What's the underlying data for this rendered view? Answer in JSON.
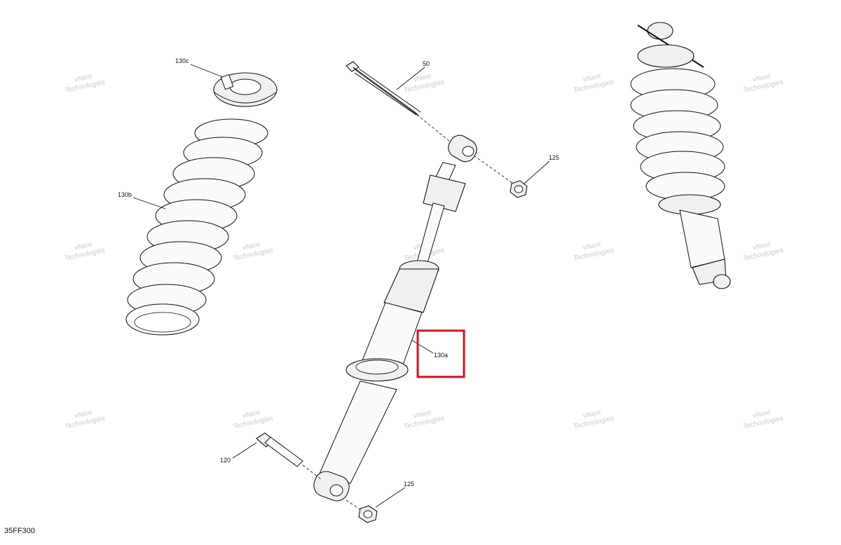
{
  "diagram": {
    "reference_code": "35FF300",
    "callouts": [
      {
        "id": "130c",
        "label": "130c"
      },
      {
        "id": "130b",
        "label": "130b"
      },
      {
        "id": "50",
        "label": "50"
      },
      {
        "id": "125-top",
        "label": "125"
      },
      {
        "id": "130a",
        "label": "130a"
      },
      {
        "id": "120",
        "label": "120"
      },
      {
        "id": "125-bottom",
        "label": "125"
      }
    ],
    "highlight": {
      "target": "130a",
      "color": "#d0141e"
    },
    "watermark": {
      "line1": "vNext",
      "line2": "Technologies"
    }
  }
}
